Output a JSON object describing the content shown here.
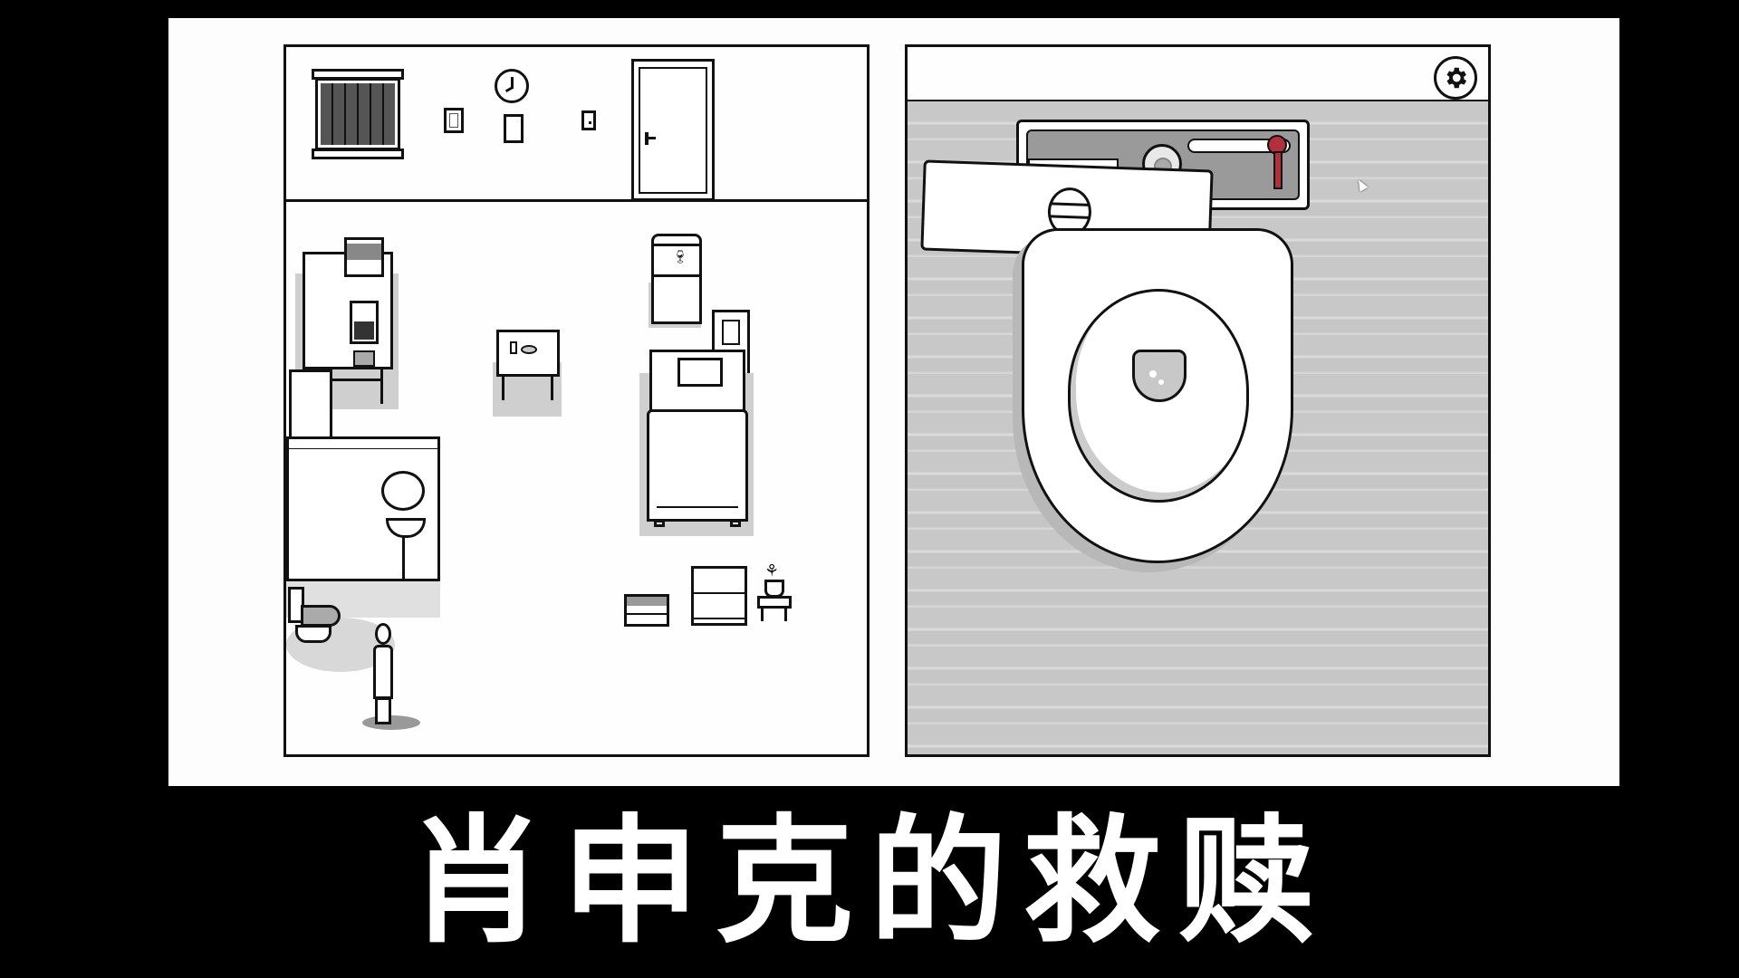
{
  "game": {
    "subtitle": "肖申克的救赎",
    "settings_icon": "gear-icon",
    "cursor_icon": "arrow-cursor-icon"
  },
  "left_panel": {
    "view": "room-overview",
    "objects": [
      {
        "name": "barred-window",
        "icon": "window-bars-icon"
      },
      {
        "name": "wall-clock",
        "icon": "clock-icon",
        "time_hands": "hour 6-ish, minute 12"
      },
      {
        "name": "small-picture-frame",
        "icon": "frame-icon"
      },
      {
        "name": "clipboard",
        "icon": "clipboard-icon"
      },
      {
        "name": "light-switch",
        "icon": "switch-icon"
      },
      {
        "name": "door",
        "icon": "door-icon"
      },
      {
        "name": "desk-with-box-and-radio",
        "icon": "desk-icon"
      },
      {
        "name": "small-table-with-cup-and-plate",
        "icon": "table-icon"
      },
      {
        "name": "wheeled-cart-with-goblet",
        "icon": "cart-icon"
      },
      {
        "name": "nightstand-with-picture",
        "icon": "nightstand-icon"
      },
      {
        "name": "bed",
        "icon": "bed-icon"
      },
      {
        "name": "bathroom-mirror",
        "icon": "mirror-icon"
      },
      {
        "name": "sink",
        "icon": "sink-icon"
      },
      {
        "name": "toilet",
        "icon": "toilet-icon"
      },
      {
        "name": "character",
        "icon": "man-icon"
      },
      {
        "name": "storage-crate",
        "icon": "crate-icon"
      },
      {
        "name": "cabinet",
        "icon": "cabinet-icon"
      },
      {
        "name": "potted-plant-stool",
        "icon": "plant-icon"
      },
      {
        "name": "wardrobe",
        "icon": "wardrobe-icon"
      }
    ]
  },
  "right_panel": {
    "view": "toilet-closeup",
    "objects": [
      {
        "name": "toilet-tank-open",
        "icon": "tank-icon"
      },
      {
        "name": "tank-float-valve",
        "icon": "float-icon"
      },
      {
        "name": "red-flush-lever",
        "icon": "lever-icon",
        "color": "#b0303c"
      },
      {
        "name": "tank-lid-removed",
        "icon": "lid-icon"
      },
      {
        "name": "toilet-bowl",
        "icon": "bowl-icon"
      }
    ]
  },
  "colors": {
    "background": "#000000",
    "frame": "#fdfdfd",
    "line": "#111111",
    "floor": "#c8c8c8",
    "tank_inner": "#9a9a9a",
    "lever": "#b0303c",
    "window_bars": "#555555"
  }
}
